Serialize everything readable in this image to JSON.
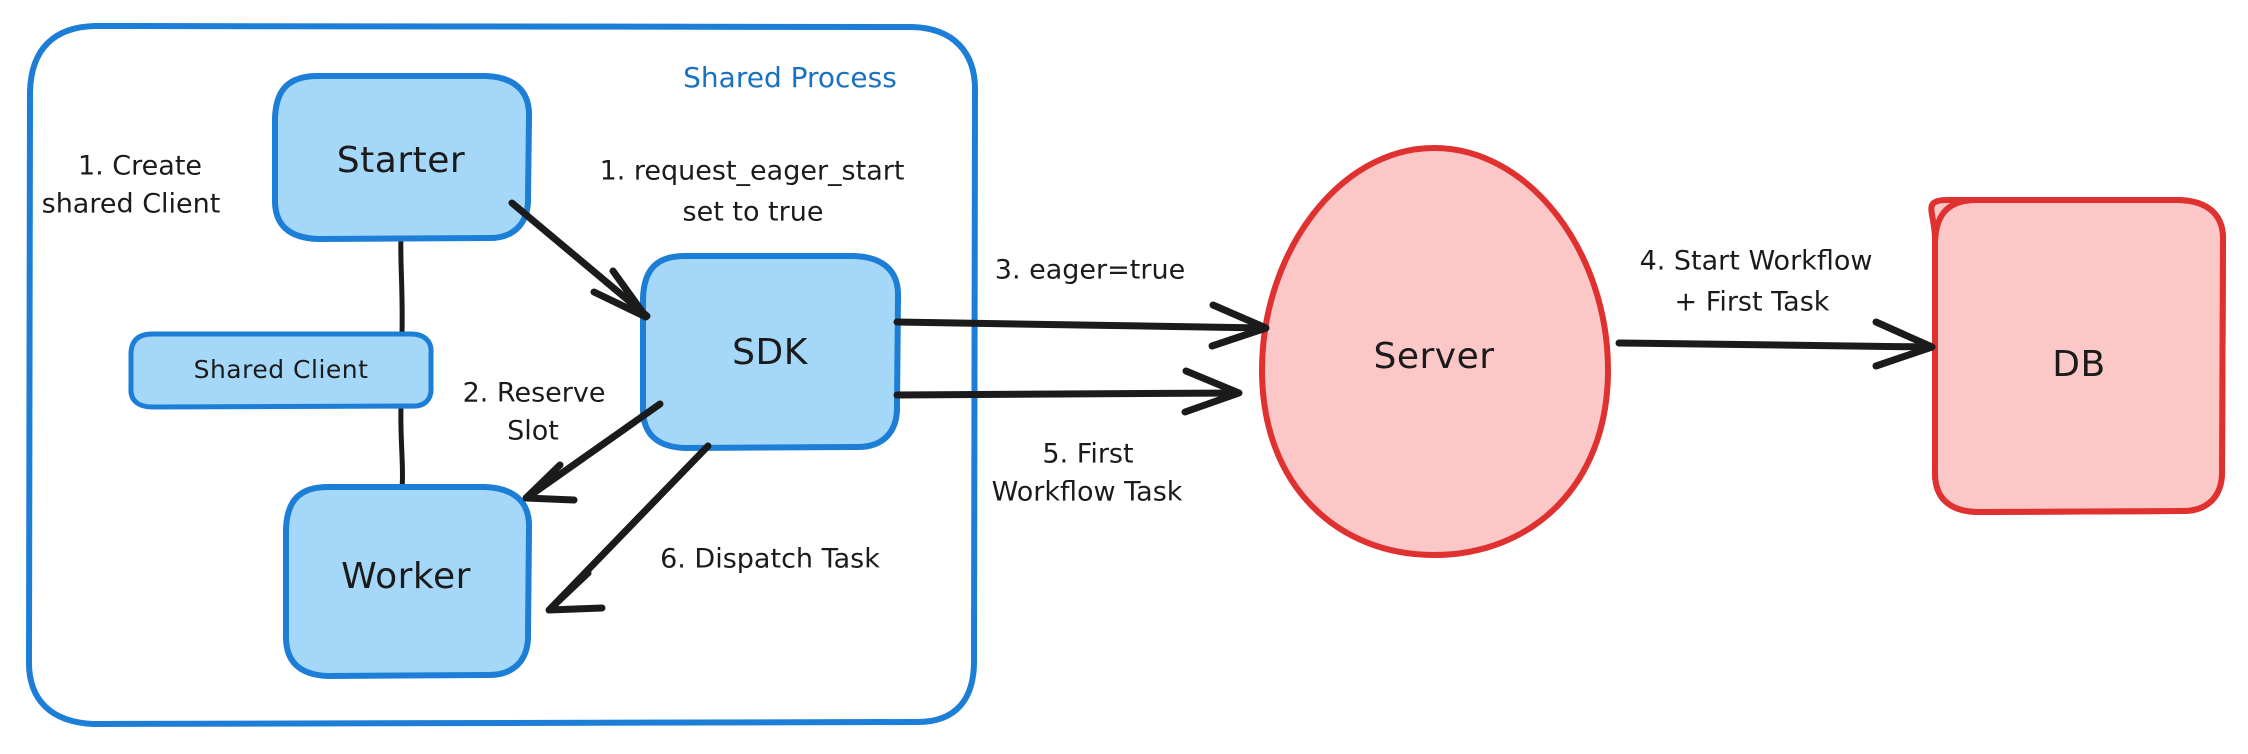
{
  "diagram": {
    "title_visible": false,
    "colors": {
      "blue_fill": "#a5d8f8",
      "blue_stroke": "#1c7ed6",
      "red_fill": "#fcc7c7",
      "red_stroke": "#e03131",
      "ink": "#1b1b1b",
      "background": "#ffffff"
    },
    "container": {
      "label": "Shared Process"
    },
    "nodes": {
      "starter": "Starter",
      "shared_client": "Shared Client",
      "worker": "Worker",
      "sdk": "SDK",
      "server": "Server",
      "db": "DB"
    },
    "edge_labels": {
      "create_shared_client_line1": "1. Create",
      "create_shared_client_line2": "shared Client",
      "request_eager_start_line1": "1. request_eager_start",
      "request_eager_start_line2": "set to true",
      "reserve_slot_line1": "2. Reserve",
      "reserve_slot_line2": "Slot",
      "eager_true": "3. eager=true",
      "start_workflow_line1": "4. Start Workflow",
      "start_workflow_line2": "+ First Task",
      "first_workflow_task_line1": "5. First",
      "first_workflow_task_line2": "Workflow Task",
      "dispatch_task": "6. Dispatch Task"
    }
  }
}
